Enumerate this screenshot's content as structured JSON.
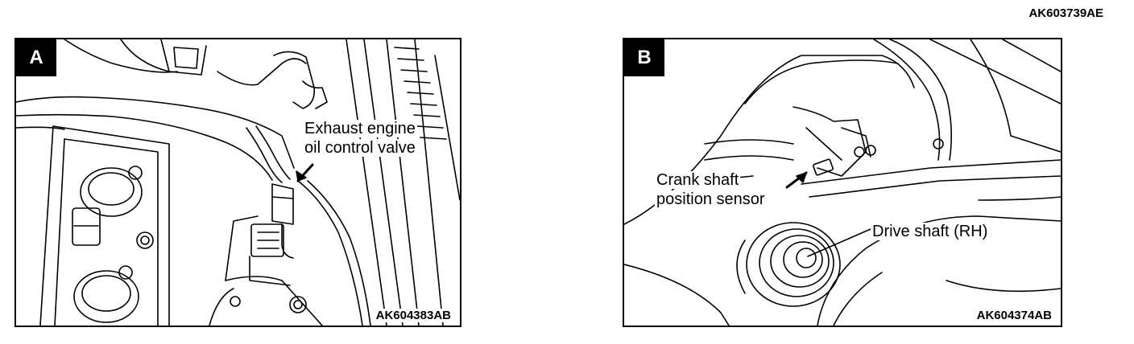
{
  "figure_code": "AK603739AE",
  "panels": [
    {
      "letter": "A",
      "labels": [
        "Exhaust engine",
        "oil control valve"
      ],
      "code": "AK604383AB"
    },
    {
      "letter": "B",
      "labels": [
        "Crank shaft",
        "position sensor",
        "Drive shaft (RH)"
      ],
      "code": "AK604374AB"
    }
  ]
}
